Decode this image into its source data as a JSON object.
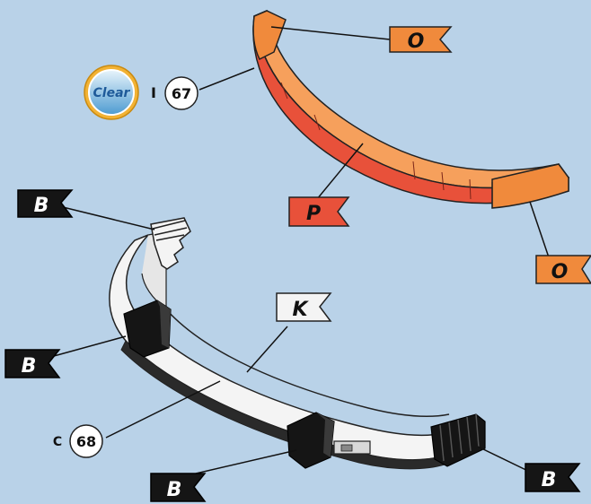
{
  "flags": {
    "o_top": "O",
    "p": "P",
    "o_right": "O",
    "b_top_left": "B",
    "k": "K",
    "b_mid_left": "B",
    "b_bottom_left": "B",
    "b_bottom_right": "B"
  },
  "parts": {
    "clear_badge": "Clear",
    "part_67": {
      "letter": "I",
      "number": "67"
    },
    "part_68": {
      "letter": "C",
      "number": "68"
    }
  },
  "colors": {
    "background": "#b9d2e8",
    "paint_o": "#f08a3c",
    "paint_p": "#e8513a",
    "paint_k": "#f4f4f4",
    "paint_b": "#151515"
  }
}
